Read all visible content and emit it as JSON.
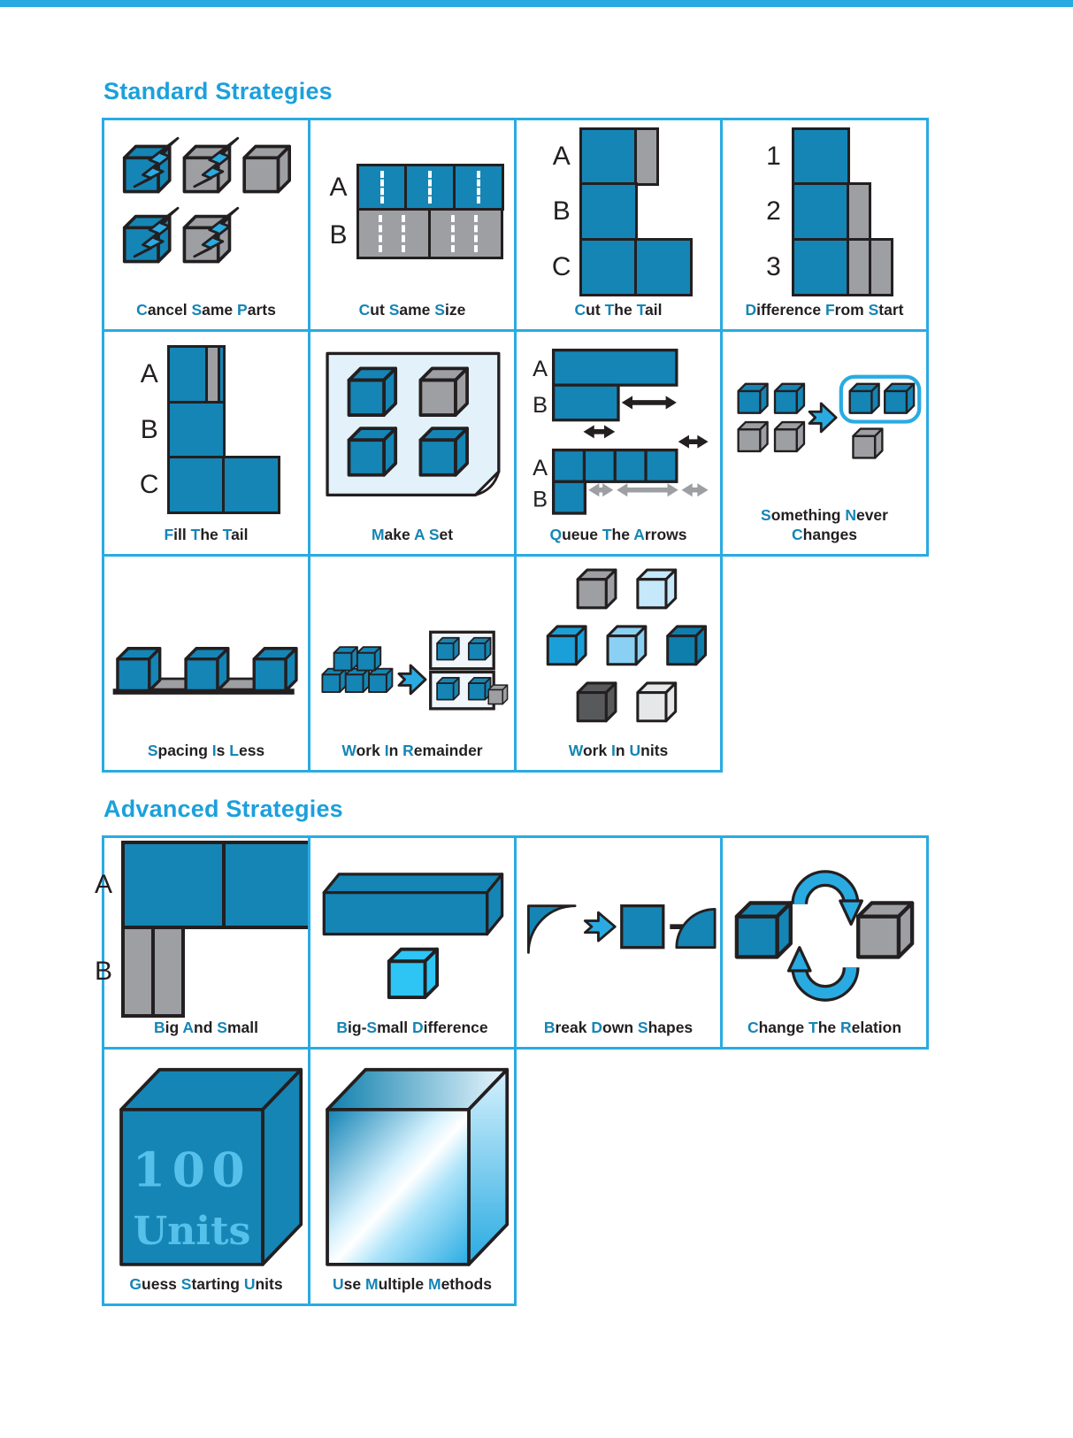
{
  "page": {
    "top_bar_color": "#29ABE2",
    "background": "#FFFFFF"
  },
  "palette": {
    "title": "#1CA0DC",
    "grid_border": "#29ABE2",
    "label_text": "#231F20",
    "label_cap": "#1585B5",
    "cube_blue": "#1585B5",
    "cube_gray": "#9D9FA2",
    "accent_cyan": "#29ABE2",
    "bright_cyan": "#2EC5F5",
    "dark_gray_cube": "#58595B",
    "light_gray_cube": "#E6E7E8",
    "light_blue_cube": "#C5E8FA",
    "mid_blue_cube": "#8AD0F3",
    "deep_blue_cube": "#0E7EAD",
    "vivid_blue_cube": "#1B9FD8",
    "paper_blue": "#E3F1FB"
  },
  "sections": [
    {
      "title": "Standard Strategies",
      "rows": [
        [
          {
            "id": "cancel-same-parts",
            "label_lines": [
              "Cancel Same Parts"
            ]
          },
          {
            "id": "cut-same-size",
            "label_lines": [
              "Cut Same Size"
            ],
            "row_labels": [
              "A",
              "B"
            ]
          },
          {
            "id": "cut-the-tail",
            "label_lines": [
              "Cut The Tail"
            ],
            "row_labels": [
              "A",
              "B",
              "C"
            ]
          },
          {
            "id": "difference-from-start",
            "label_lines": [
              "Difference From Start"
            ],
            "row_labels": [
              "1",
              "2",
              "3"
            ]
          }
        ],
        [
          {
            "id": "fill-the-tail",
            "label_lines": [
              "Fill The Tail"
            ],
            "row_labels": [
              "A",
              "B",
              "C"
            ]
          },
          {
            "id": "make-a-set",
            "label_lines": [
              "Make A Set"
            ]
          },
          {
            "id": "queue-the-arrows",
            "label_lines": [
              "Queue The Arrows"
            ],
            "row_labels": [
              "A",
              "B",
              "A",
              "B"
            ]
          },
          {
            "id": "something-never-changes",
            "label_lines": [
              "Something Never",
              "Changes"
            ]
          }
        ],
        [
          {
            "id": "spacing-is-less",
            "label_lines": [
              "Spacing Is Less"
            ]
          },
          {
            "id": "work-in-remainder",
            "label_lines": [
              "Work In Remainder"
            ]
          },
          {
            "id": "work-in-units",
            "label_lines": [
              "Work In Units"
            ]
          }
        ]
      ]
    },
    {
      "title": "Advanced Strategies",
      "rows": [
        [
          {
            "id": "big-and-small",
            "label_lines": [
              "Big And Small"
            ],
            "row_labels": [
              "A",
              "B"
            ]
          },
          {
            "id": "big-small-difference",
            "label_lines": [
              "Big-Small Difference"
            ]
          },
          {
            "id": "break-down-shapes",
            "label_lines": [
              "Break Down Shapes"
            ]
          },
          {
            "id": "change-the-relation",
            "label_lines": [
              "Change The Relation"
            ]
          }
        ],
        [
          {
            "id": "guess-starting-units",
            "label_lines": [
              "Guess Starting Units"
            ],
            "cube_text": {
              "number": "100",
              "word": "Units"
            }
          },
          {
            "id": "use-multiple-methods",
            "label_lines": [
              "Use Multiple Methods"
            ]
          }
        ]
      ]
    }
  ]
}
